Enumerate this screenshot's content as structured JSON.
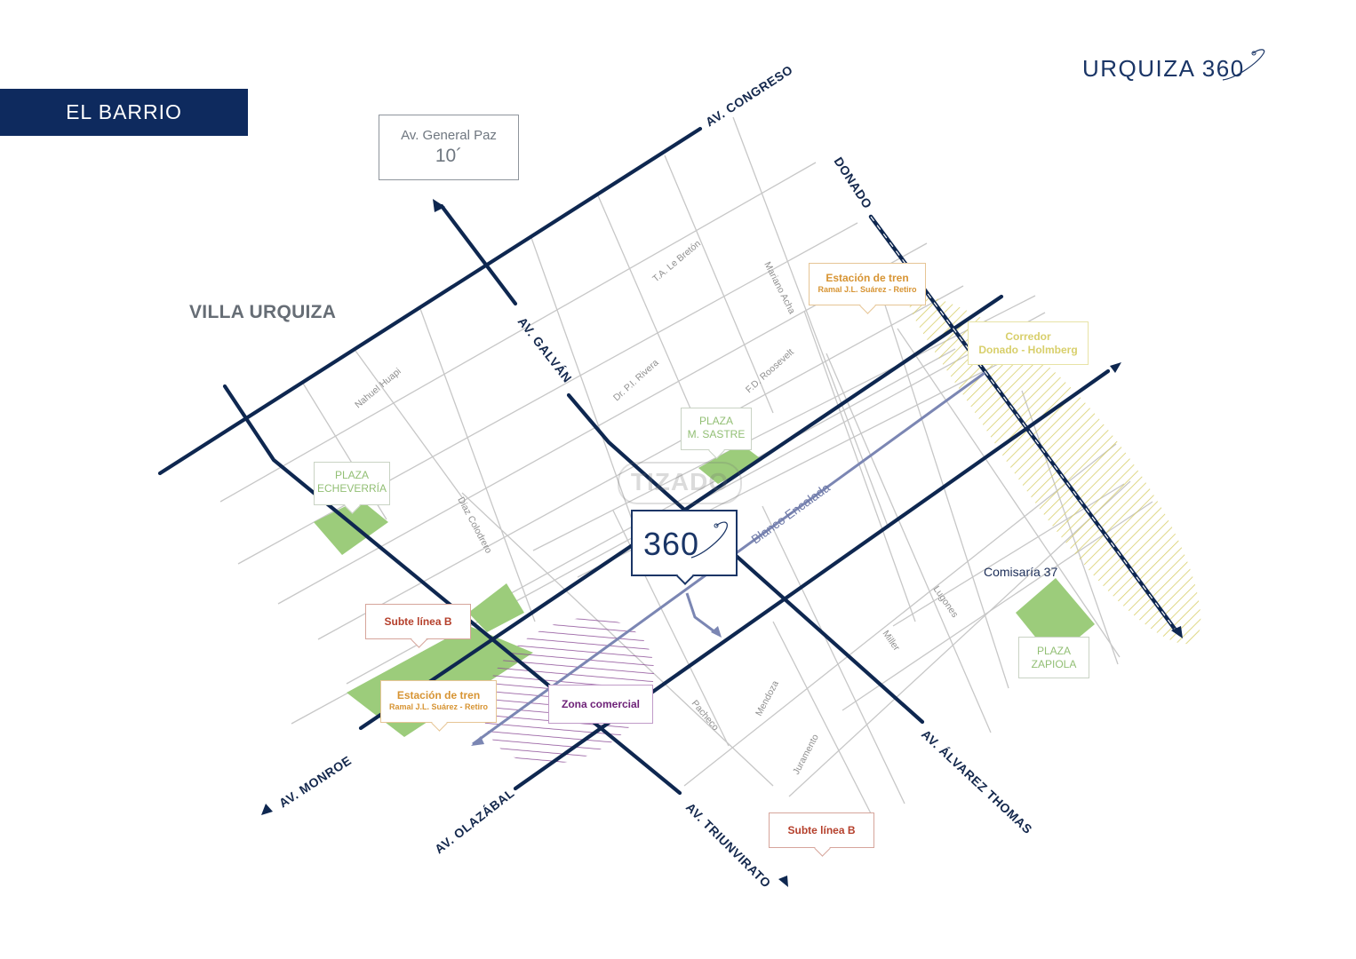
{
  "section_title": "EL BARRIO",
  "brand": "URQUIZA 360",
  "district": "VILLA URQUIZA",
  "badge": "360",
  "watermark": "TIZADO",
  "time_box": {
    "line1": "Av. General Paz",
    "line2": "10´"
  },
  "avenues": [
    {
      "label": "AV. CONGRESO"
    },
    {
      "label": "DONADO"
    },
    {
      "label": "AV. GALVÁN"
    },
    {
      "label": "AV. MONROE"
    },
    {
      "label": "AV. OLAZÁBAL"
    },
    {
      "label": "AV. TRIUNVIRATO"
    },
    {
      "label": "AV. ÁLVAREZ THOMAS"
    }
  ],
  "streets": [
    {
      "label": "T.A. Le Bretón"
    },
    {
      "label": "Mariano Acha"
    },
    {
      "label": "Nahuel Huapi"
    },
    {
      "label": "Dr. P.I. Rivera"
    },
    {
      "label": "F.D. Roosevelt"
    },
    {
      "label": "Diaz Colodrero"
    },
    {
      "label": "Lugones"
    },
    {
      "label": "Miller"
    },
    {
      "label": "Pacheco"
    },
    {
      "label": "Mendoza"
    },
    {
      "label": "Juramento"
    },
    {
      "label": "Blanco Encalada"
    }
  ],
  "plazas": {
    "echeverria": {
      "line1": "PLAZA",
      "line2": "ECHEVERRÍA"
    },
    "sastre": {
      "line1": "PLAZA",
      "line2": "M. SASTRE"
    },
    "zapiola": {
      "line1": "PLAZA",
      "line2": "ZAPIOLA"
    }
  },
  "stations": {
    "north": {
      "title": "Estación de tren",
      "subtitle": "Ramal J.L. Suárez - Retiro"
    },
    "south": {
      "title": "Estación de tren",
      "subtitle": "Ramal J.L. Suárez - Retiro"
    }
  },
  "subte": {
    "a": "Subte línea B",
    "b": "Subte línea B"
  },
  "corredor": {
    "line1": "Corredor",
    "line2": "Donado - Holmberg"
  },
  "zona_comercial": "Zona comercial",
  "comisaria": "Comisaría 37",
  "colors": {
    "navy": "#0e2a5e",
    "avenue": "#0e2750",
    "street": "#c7c7c7",
    "green": "#9ccc7b",
    "corridor": "#d8cf6b",
    "commercial": "#7a3a85",
    "blanco_encalada": "#7b86b3",
    "station": "#d79433",
    "subte": "#b5402c"
  }
}
